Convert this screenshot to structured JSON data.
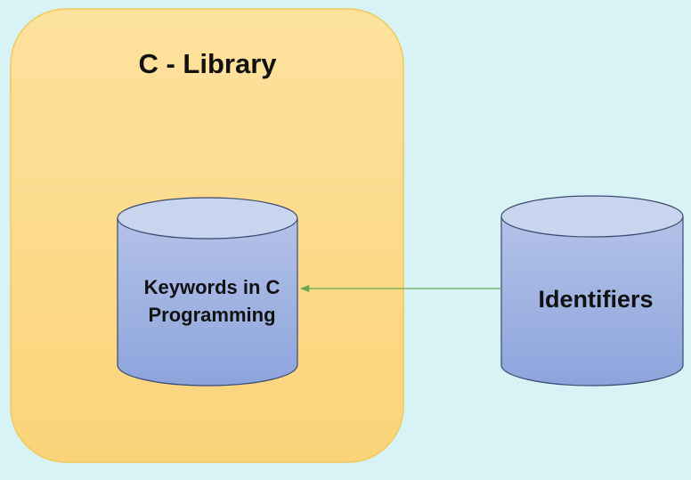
{
  "library": {
    "title": "C - Library"
  },
  "keywords_db": {
    "label_line1": "Keywords in C",
    "label_line2": "Programming"
  },
  "identifiers_db": {
    "label": "Identifiers"
  },
  "colors": {
    "background": "#d8f3f5",
    "library_fill_top": "#fde29e",
    "library_fill_bottom": "#fbd47a",
    "library_border": "#f2c85a",
    "cylinder_top": "#c9d4ee",
    "cylinder_body_top": "#b3c2e8",
    "cylinder_body_bottom": "#8da4dc",
    "cylinder_stroke": "#3a4a70",
    "arrow": "#6aa84f"
  }
}
